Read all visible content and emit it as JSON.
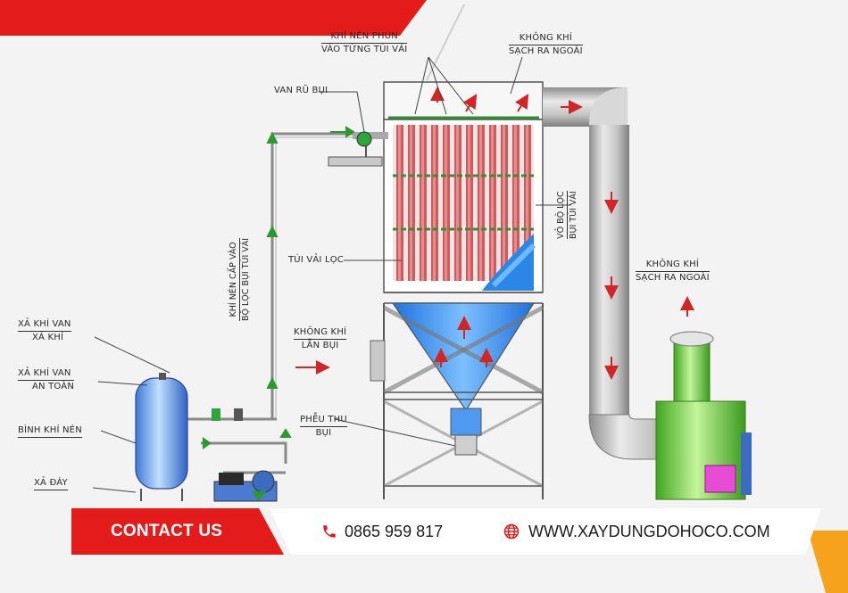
{
  "labels": {
    "compressed_air_spray": [
      "KHÍ NÉN PHUN",
      "VÀO TỪNG TÚI VẢI"
    ],
    "clean_air_out_top": [
      "KHÔNG KHÍ",
      "SẠCH RA NGOÀI"
    ],
    "dust_shake_valve": "VAN RŨ BỤI",
    "filter_shell": [
      "VỎ BỘ LỌC",
      "BỤI TÚI VẢI"
    ],
    "filter_bag": "TÚI VẢI LỌC",
    "compressed_air_supply": [
      "KHÍ NÉN CẤP VÀO",
      "BỘ LỌC BỤI TÚI VẢI"
    ],
    "dusty_air": [
      "KHÔNG  KHÍ",
      "LẪN BỤI"
    ],
    "dust_hopper": [
      "PHỄU THU",
      "BỤI"
    ],
    "clean_air_out_right": [
      "KHÔNG KHÍ",
      "SẠCH RA NGOÀI"
    ],
    "exhaust_valve": [
      "XẢ KHÍ VAN",
      "XẢ KHÍ"
    ],
    "safety_valve": [
      "XẢ KHÍ VAN",
      "AN TOÀN"
    ],
    "air_tank": "BÌNH KHÍ NÉN",
    "bottom_drain": "XẢ ĐÁY"
  },
  "contact": {
    "label": "CONTACT US",
    "phone": "0865 959 817",
    "website": "WWW.XAYDUNGDOHOCO.COM",
    "phone_icon": "phone-icon",
    "web_icon": "globe-icon"
  },
  "colors": {
    "brand_red": "#e31b1b",
    "accent_orange": "#f6a21c",
    "bag_red": "#c9484a",
    "flow_blue": "#2d8ee8",
    "fan_green": "#6fd13f",
    "pipe_gray": "#b7b7b7"
  }
}
